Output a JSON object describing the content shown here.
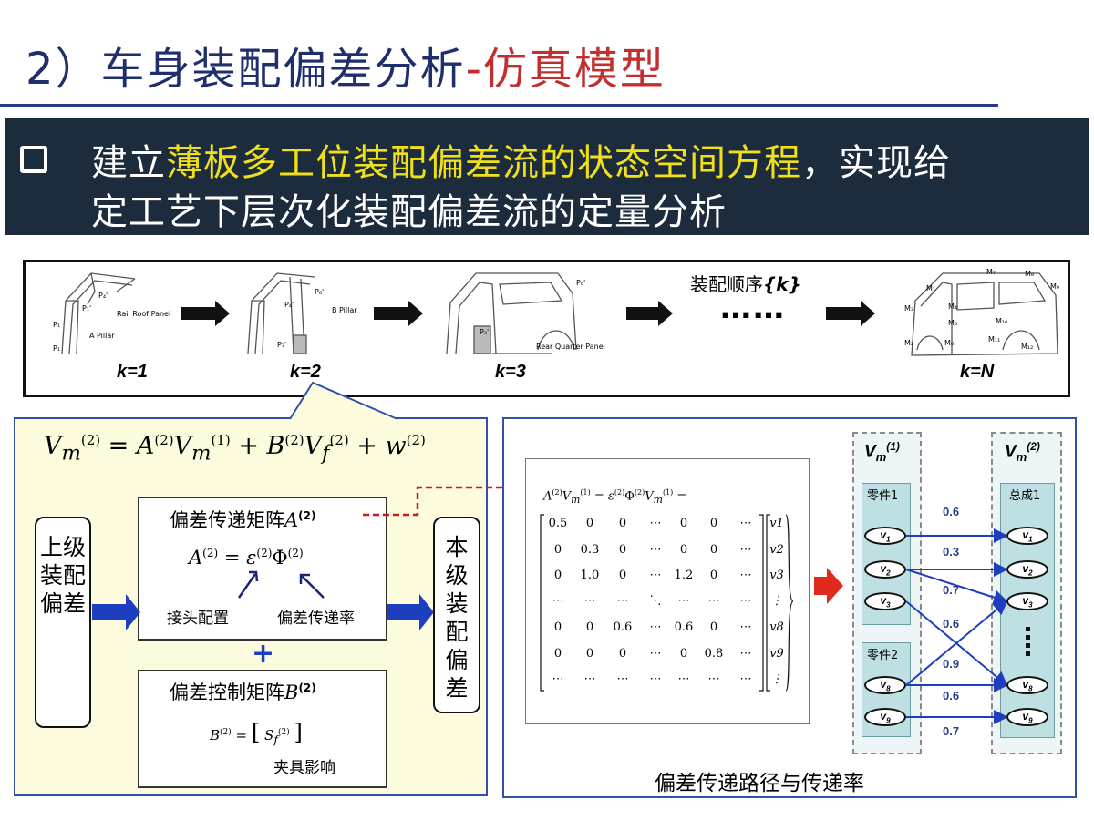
{
  "title": {
    "number": "2）",
    "main": "车身装配偏差分析",
    "dash": "-",
    "accent": "仿真模型"
  },
  "banner": {
    "pre": "建立",
    "highlight": "薄板多工位装配偏差流的状态空间方程",
    "post": "，实现给",
    "line2": "定工艺下层次化装配偏差流的定量分析"
  },
  "sequence": {
    "label": "装配顺序",
    "label_k": "{k}",
    "ellipsis": "……",
    "stages": [
      "k=1",
      "k=2",
      "k=3",
      "k=N"
    ],
    "stage1_labels": [
      "P₁",
      "P₁'",
      "P₄'",
      "Rail Roof Panel",
      "A Pillar",
      "P₁"
    ],
    "stage2_labels": [
      "P₆'",
      "P₄'",
      "B Pillar",
      "P₃'"
    ],
    "stage3_labels": [
      "P₆'",
      "P₃'",
      "Rear Quarter Panel"
    ],
    "stageN_labels": [
      "M₁",
      "M₂",
      "M₃",
      "M₄",
      "M₅",
      "M₆",
      "M₇",
      "M₈",
      "M₉",
      "M₁₀",
      "M₁₁",
      "M₁₂"
    ]
  },
  "equation": {
    "main": "V_m^(2) = A^(2) V_m^(1) + B^(2) V_f^(2) + w^(2)"
  },
  "left_panel": {
    "upper_level": "上级装配偏差",
    "this_level": "本级装配偏差",
    "transfer_box": {
      "title": "偏差传递矩阵",
      "formula": "A^(2) = ε^(2) Φ^(2)",
      "label_joint": "接头配置",
      "label_rate": "偏差传递率"
    },
    "plus": "+",
    "control_box": {
      "title": "偏差控制矩阵",
      "formula": "B^(2) = [S_f^(2)]",
      "label": "夹具影响"
    }
  },
  "matrix": {
    "equation": "A^(2) V_m^(1) = ε^(2) Φ^(2) V_m^(1) =",
    "rows": [
      [
        "0.5",
        "0",
        "0",
        "⋯",
        "0",
        "0",
        "⋯"
      ],
      [
        "0",
        "0.3",
        "0",
        "⋯",
        "0",
        "0",
        "⋯"
      ],
      [
        "0",
        "1.0",
        "0",
        "⋯",
        "1.2",
        "0",
        "⋯"
      ],
      [
        "⋯",
        "⋯",
        "⋯",
        "⋱",
        "⋯",
        "⋯",
        "⋯"
      ],
      [
        "0",
        "0",
        "0.6",
        "⋯",
        "0.6",
        "0",
        "⋯"
      ],
      [
        "0",
        "0",
        "0",
        "⋯",
        "0",
        "0.8",
        "⋯"
      ],
      [
        "⋯",
        "⋯",
        "⋯",
        "⋯",
        "⋯",
        "⋯",
        "⋯"
      ]
    ],
    "vector": [
      "v1",
      "v2",
      "v3",
      "⋮",
      "v8",
      "v9",
      "⋮"
    ]
  },
  "flow": {
    "left_header": "Vm(1)",
    "right_header": "Vm(2)",
    "part1": "零件1",
    "part2": "零件2",
    "assembly1": "总成1",
    "left_nodes": [
      "v1",
      "v2",
      "v3",
      "v8",
      "v9"
    ],
    "right_nodes": [
      "v1",
      "v2",
      "v3",
      "v8",
      "v9"
    ],
    "rates": [
      "0.6",
      "0.3",
      "0.7",
      "0.6",
      "0.9",
      "0.6",
      "0.7"
    ],
    "caption": "偏差传递路径与传递率"
  },
  "colors": {
    "title": "#1f2f6b",
    "accent": "#c0302e",
    "banner_bg": "#1c2c3d",
    "highlight": "#f0e01a",
    "panel_border": "#3052a6",
    "arrow_blue": "#1e3ec0",
    "arrow_red": "#e02a1e",
    "rate_text": "#2a3d8f"
  }
}
